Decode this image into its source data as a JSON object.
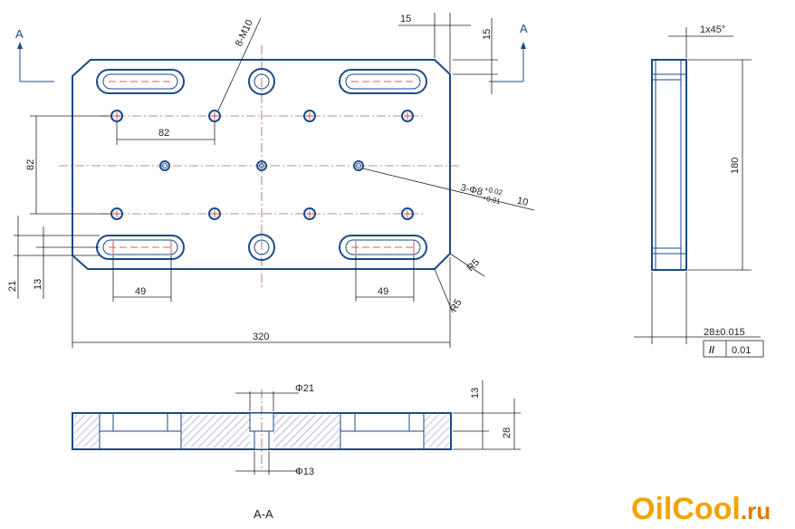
{
  "labels": {
    "section_mark_left": "A",
    "section_mark_right": "A",
    "section_title": "A-A",
    "thread_callout": "8-M10",
    "hole_callout": "3-Φ8",
    "hole_tol_upper": "+0.02",
    "hole_tol_lower": "+0.01",
    "hole_depth": "10",
    "radius_1": "R5",
    "radius_2": "R5",
    "chamfer": "1x45°",
    "thickness": "28±0.015",
    "parallel_symbol": "//",
    "parallel_tol": "0.01",
    "bore_large": "Φ21",
    "bore_small": "Φ13"
  },
  "dimensions": {
    "d_15_horizontal": "15",
    "d_15_vertical": "15",
    "d_82_horizontal": "82",
    "d_82_vertical": "82",
    "d_21": "21",
    "d_13_left": "13",
    "d_49_left": "49",
    "d_49_right": "49",
    "d_320": "320",
    "d_180": "180",
    "d_13_section": "13",
    "d_28_section": "28"
  },
  "logo": {
    "main": "OilCool",
    "suffix": ".ru"
  },
  "colors": {
    "part": "#1a4a8a",
    "centerline": "#8a2020",
    "logo": "#f2a300"
  }
}
